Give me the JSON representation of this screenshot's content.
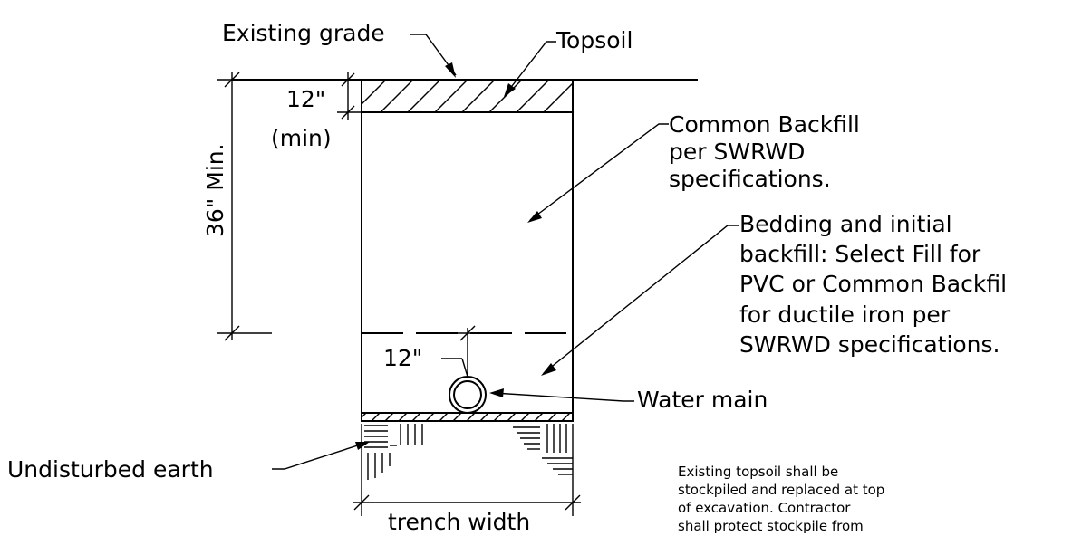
{
  "labels": {
    "existing_grade": "Existing grade",
    "topsoil": "Topsoil",
    "dim_12_top": "12\"",
    "min": "(min)",
    "dim_36_min": "36\" Min.",
    "common_backfill": [
      "Common Backfill",
      "per SWRWD",
      "specifications."
    ],
    "bedding": [
      "Bedding and initial",
      "backfill: Select Fill for",
      "PVC or Common Backfil",
      "for ductile iron per",
      "SWRWD specifications."
    ],
    "dim_12_pipe": "12\"",
    "water_main": "Water main",
    "undisturbed_earth": "Undisturbed earth",
    "trench_width": "trench width",
    "note": [
      "Existing topsoil shall be",
      "stockpiled and replaced at top",
      "of excavation.  Contractor",
      "shall protect stockpile from"
    ]
  },
  "colors": {
    "line": "#000000",
    "background": "#ffffff"
  }
}
